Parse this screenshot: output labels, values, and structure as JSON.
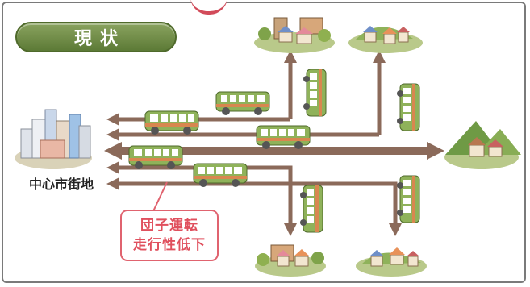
{
  "header": {
    "title": "現状"
  },
  "labels": {
    "city_center": "中心市街地"
  },
  "callout": {
    "line1": "団子運転",
    "line2": "走行性低下"
  },
  "colors": {
    "title_pill": "#6f8b47",
    "arrow": "#8b6a5a",
    "callout_text": "#e0505e",
    "bus_body": "#8fb25a",
    "bus_stripe": "#d8874f"
  },
  "icons": {
    "city": "city-buildings-icon",
    "town": "suburban-town-icon",
    "mountain_village": "mountain-village-icon",
    "bus": "bus-icon"
  }
}
